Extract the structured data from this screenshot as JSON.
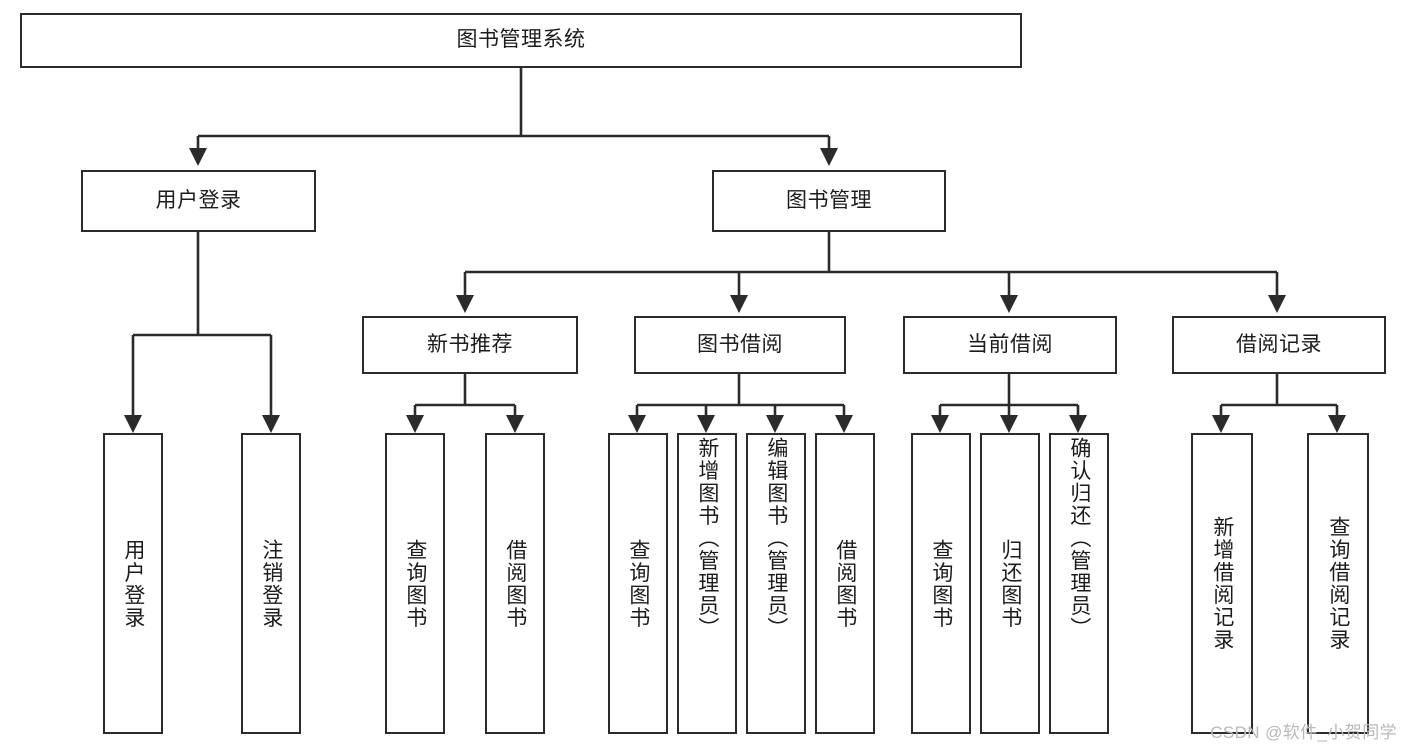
{
  "diagram": {
    "title": "图书管理系统",
    "type": "tree",
    "root": {
      "label": "图书管理系统"
    },
    "level2": [
      {
        "label": "用户登录"
      },
      {
        "label": "图书管理"
      }
    ],
    "level3": [
      {
        "label": "新书推荐"
      },
      {
        "label": "图书借阅"
      },
      {
        "label": "当前借阅"
      },
      {
        "label": "借阅记录"
      }
    ],
    "leaves": {
      "user_login": [
        {
          "label": "用户登录"
        },
        {
          "label": "注销登录"
        }
      ],
      "new_book_recommend": [
        {
          "label": "查询图书"
        },
        {
          "label": "借阅图书"
        }
      ],
      "book_borrow": [
        {
          "label": "查询图书"
        },
        {
          "label": "新增图书（管理员）"
        },
        {
          "label": "编辑图书（管理员）"
        },
        {
          "label": "借阅图书"
        }
      ],
      "current_borrow": [
        {
          "label": "查询图书"
        },
        {
          "label": "归还图书"
        },
        {
          "label": "确认归还（管理员）"
        }
      ],
      "borrow_record": [
        {
          "label": "新增借阅记录"
        },
        {
          "label": "查询借阅记录"
        }
      ]
    }
  },
  "watermark": {
    "text": "CSDN @软件_小贺同学"
  },
  "colors": {
    "border": "#2b2b2b",
    "text": "#1c1c1c",
    "background": "#ffffff",
    "watermark": "#b9b9b9"
  }
}
